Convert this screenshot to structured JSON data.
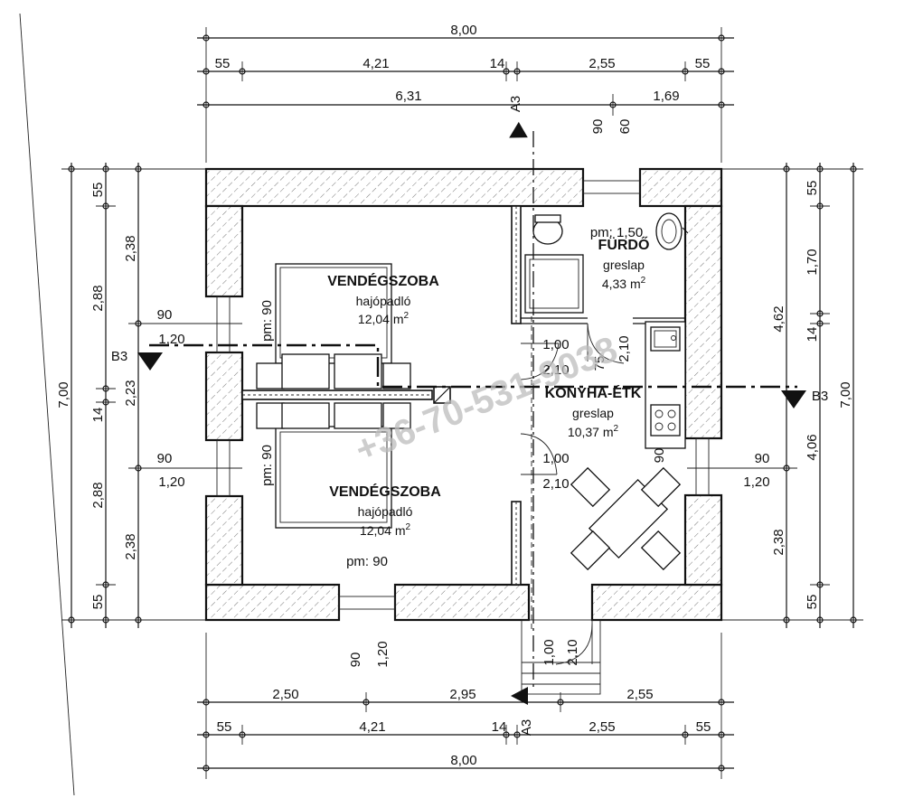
{
  "dims_top": {
    "overall": "8,00",
    "a": "55",
    "b": "4,21",
    "c": "14",
    "d": "2,55",
    "e": "55",
    "f": "6,31",
    "g": "1,69"
  },
  "dims_bottom": {
    "a": "2,50",
    "b": "2,95",
    "c": "2,55",
    "d": "55",
    "e": "4,21",
    "f": "14",
    "g": "2,55",
    "h": "55",
    "overall": "8,00"
  },
  "dims_left": {
    "overall": "7,00",
    "a": "55",
    "b": "2,38",
    "c": "2,88",
    "d": "2,23",
    "e": "14",
    "f": "2,88",
    "g": "2,38",
    "h": "55"
  },
  "dims_right": {
    "overall": "7,00",
    "a": "55",
    "b": "1,70",
    "c": "4,62",
    "d": "14",
    "e": "4,06",
    "f": "2,38",
    "g": "55"
  },
  "openings": {
    "top_w": "90",
    "top_h": "60",
    "left1_w": "90",
    "left1_h": "1,20",
    "left2_w": "90",
    "left2_h": "1,20",
    "right_w": "90",
    "right_h": "1,20",
    "bottom_w": "90",
    "bottom_h": "1,20",
    "door1_w": "1,00",
    "door1_h": "2,10",
    "door2_w": "1,00",
    "door2_h": "2,10",
    "door3_w": "1,00",
    "door3_h": "2,10",
    "bath_door_w": "75",
    "bath_door_h": "2,10",
    "sill1": "pm: 90",
    "sill2": "pm: 90",
    "sill3": "pm: 90",
    "sill_bath": "pm: 1,50",
    "sill_kitchen": "90"
  },
  "rooms": {
    "guest1": {
      "name": "VENDÉGSZOBA",
      "floor": "hajópadló",
      "area": "12,04 m",
      "sup": "2"
    },
    "guest2": {
      "name": "VENDÉGSZOBA",
      "floor": "hajópadló",
      "area": "12,04 m",
      "sup": "2"
    },
    "bath": {
      "name": "FÜRDŐ",
      "floor": "greslap",
      "area": "4,33 m",
      "sup": "2"
    },
    "kitchen": {
      "name": "KONYHA-ÉTK",
      "floor": "greslap",
      "area": "10,37 m",
      "sup": "2"
    }
  },
  "sections": {
    "a_top": "A3",
    "a_bottom": "A3",
    "b_left": "B3",
    "b_right": "B3"
  },
  "watermark": "+36-70-531-9038"
}
